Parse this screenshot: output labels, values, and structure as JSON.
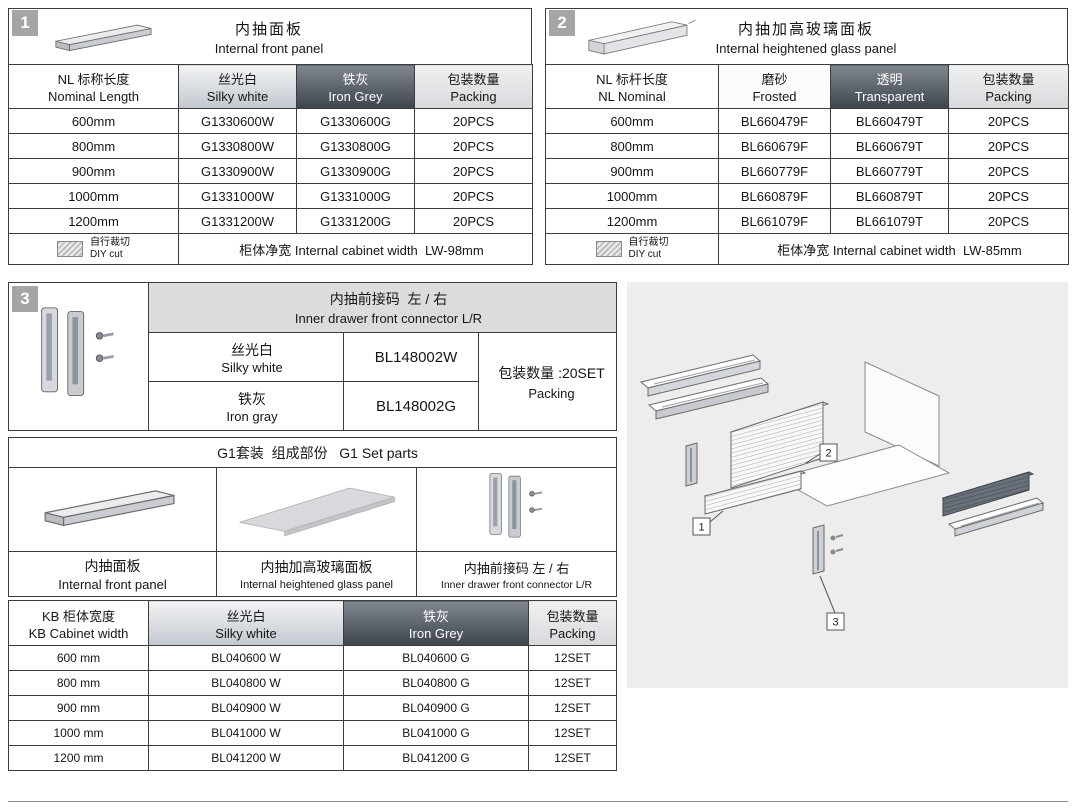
{
  "section1": {
    "badge": "1",
    "title_zh": "内抽面板",
    "title_en": "Internal front panel",
    "headers": {
      "c1_zh": "NL 标称长度",
      "c1_en": "Nominal Length",
      "c2_zh": "丝光白",
      "c2_en": "Silky white",
      "c3_zh": "铁灰",
      "c3_en": "Iron Grey",
      "c4_zh": "包装数量",
      "c4_en": "Packing"
    },
    "rows": [
      {
        "len": "600mm",
        "white": "G1330600W",
        "grey": "G1330600G",
        "pack": "20PCS"
      },
      {
        "len": "800mm",
        "white": "G1330800W",
        "grey": "G1330800G",
        "pack": "20PCS"
      },
      {
        "len": "900mm",
        "white": "G1330900W",
        "grey": "G1330900G",
        "pack": "20PCS"
      },
      {
        "len": "1000mm",
        "white": "G1331000W",
        "grey": "G1331000G",
        "pack": "20PCS"
      },
      {
        "len": "1200mm",
        "white": "G1331200W",
        "grey": "G1331200G",
        "pack": "20PCS"
      }
    ],
    "footer": {
      "diy_zh": "自行裁切",
      "diy_en": "DIY cut",
      "note": "柜体净宽 Internal cabinet width  LW-98mm"
    }
  },
  "section2": {
    "badge": "2",
    "title_zh": "内抽加高玻璃面板",
    "title_en": "Internal heightened glass panel",
    "headers": {
      "c1_zh": "NL 标杆长度",
      "c1_en": "NL Nominal",
      "c2_zh": "磨砂",
      "c2_en": "Frosted",
      "c3_zh": "透明",
      "c3_en": "Transparent",
      "c4_zh": "包装数量",
      "c4_en": "Packing"
    },
    "rows": [
      {
        "len": "600mm",
        "frosted": "BL660479F",
        "transparent": "BL660479T",
        "pack": "20PCS"
      },
      {
        "len": "800mm",
        "frosted": "BL660679F",
        "transparent": "BL660679T",
        "pack": "20PCS"
      },
      {
        "len": "900mm",
        "frosted": "BL660779F",
        "transparent": "BL660779T",
        "pack": "20PCS"
      },
      {
        "len": "1000mm",
        "frosted": "BL660879F",
        "transparent": "BL660879T",
        "pack": "20PCS"
      },
      {
        "len": "1200mm",
        "frosted": "BL661079F",
        "transparent": "BL661079T",
        "pack": "20PCS"
      }
    ],
    "footer": {
      "diy_zh": "自行裁切",
      "diy_en": "DIY cut",
      "note": "柜体净宽 Internal cabinet width  LW-85mm"
    }
  },
  "section3": {
    "badge": "3",
    "title_zh": "内抽前接码  左 / 右",
    "title_en": "Inner drawer front connector L/R",
    "rows": [
      {
        "name_zh": "丝光白",
        "name_en": "Silky white",
        "code": "BL148002W"
      },
      {
        "name_zh": "铁灰",
        "name_en": "Iron gray",
        "code": "BL148002G"
      }
    ],
    "packing_zh": "包装数量 :20SET",
    "packing_en": "Packing"
  },
  "set_parts": {
    "title": "G1套装  组成部份   G1 Set parts",
    "items": [
      {
        "zh": "内抽面板",
        "en": "Internal front panel"
      },
      {
        "zh": "内抽加高玻璃面板",
        "en": "Internal heightened glass panel"
      },
      {
        "zh": "内抽前接码 左 / 右",
        "en": "Inner drawer front connector L/R"
      }
    ]
  },
  "kb_table": {
    "headers": {
      "c1_zh": "KB 柜体宽度",
      "c1_en": "KB Cabinet width",
      "c2_zh": "丝光白",
      "c2_en": "Silky white",
      "c3_zh": "铁灰",
      "c3_en": "Iron Grey",
      "c4_zh": "包装数量",
      "c4_en": "Packing"
    },
    "rows": [
      {
        "width": "600 mm",
        "white": "BL040600 W",
        "grey": "BL040600 G",
        "pack": "12SET"
      },
      {
        "width": "800 mm",
        "white": "BL040800 W",
        "grey": "BL040800 G",
        "pack": "12SET"
      },
      {
        "width": "900 mm",
        "white": "BL040900 W",
        "grey": "BL040900 G",
        "pack": "12SET"
      },
      {
        "width": "1000 mm",
        "white": "BL041000 W",
        "grey": "BL041000 G",
        "pack": "12SET"
      },
      {
        "width": "1200 mm",
        "white": "BL041200 W",
        "grey": "BL041200 G",
        "pack": "12SET"
      }
    ]
  },
  "diagram": {
    "callouts": [
      "1",
      "2",
      "3"
    ]
  }
}
